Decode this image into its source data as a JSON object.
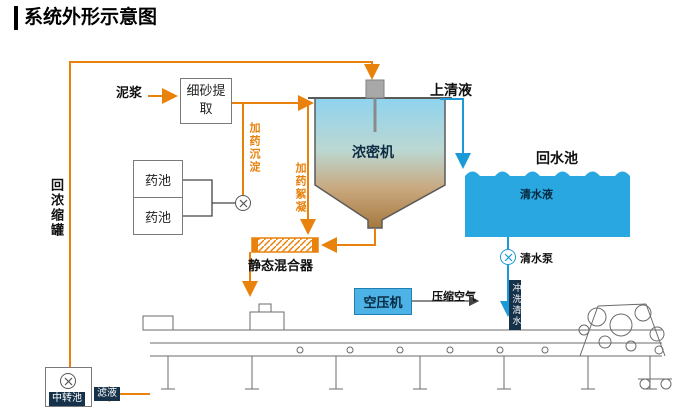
{
  "title": "系统外形示意图",
  "colors": {
    "orange": "#E8820C",
    "blue": "#1C9AD6",
    "pool_fill": "#29A7E0",
    "badge_bg": "#16324A"
  },
  "nodes": {
    "mud": "泥浆",
    "sand_extraction": "细砂提取",
    "chem_pool_a": "药池",
    "chem_pool_b": "药池",
    "dosing_sedimentation": "加药沉淀",
    "dosing_flocculation": "加药絮凝",
    "thickener": "浓密机",
    "supernatant": "上清液",
    "return_water_pool": "回水池",
    "clear_water": "清水液",
    "clear_water_pump": "清水泵",
    "static_mixer": "静态混合器",
    "air_compressor": "空压机",
    "compressed_air": "压缩空气",
    "flushing_water": "冲洗清水",
    "return_concentrator": "回浓缩罐",
    "transfer_pool": "中转池",
    "filtrate": "滤液"
  }
}
